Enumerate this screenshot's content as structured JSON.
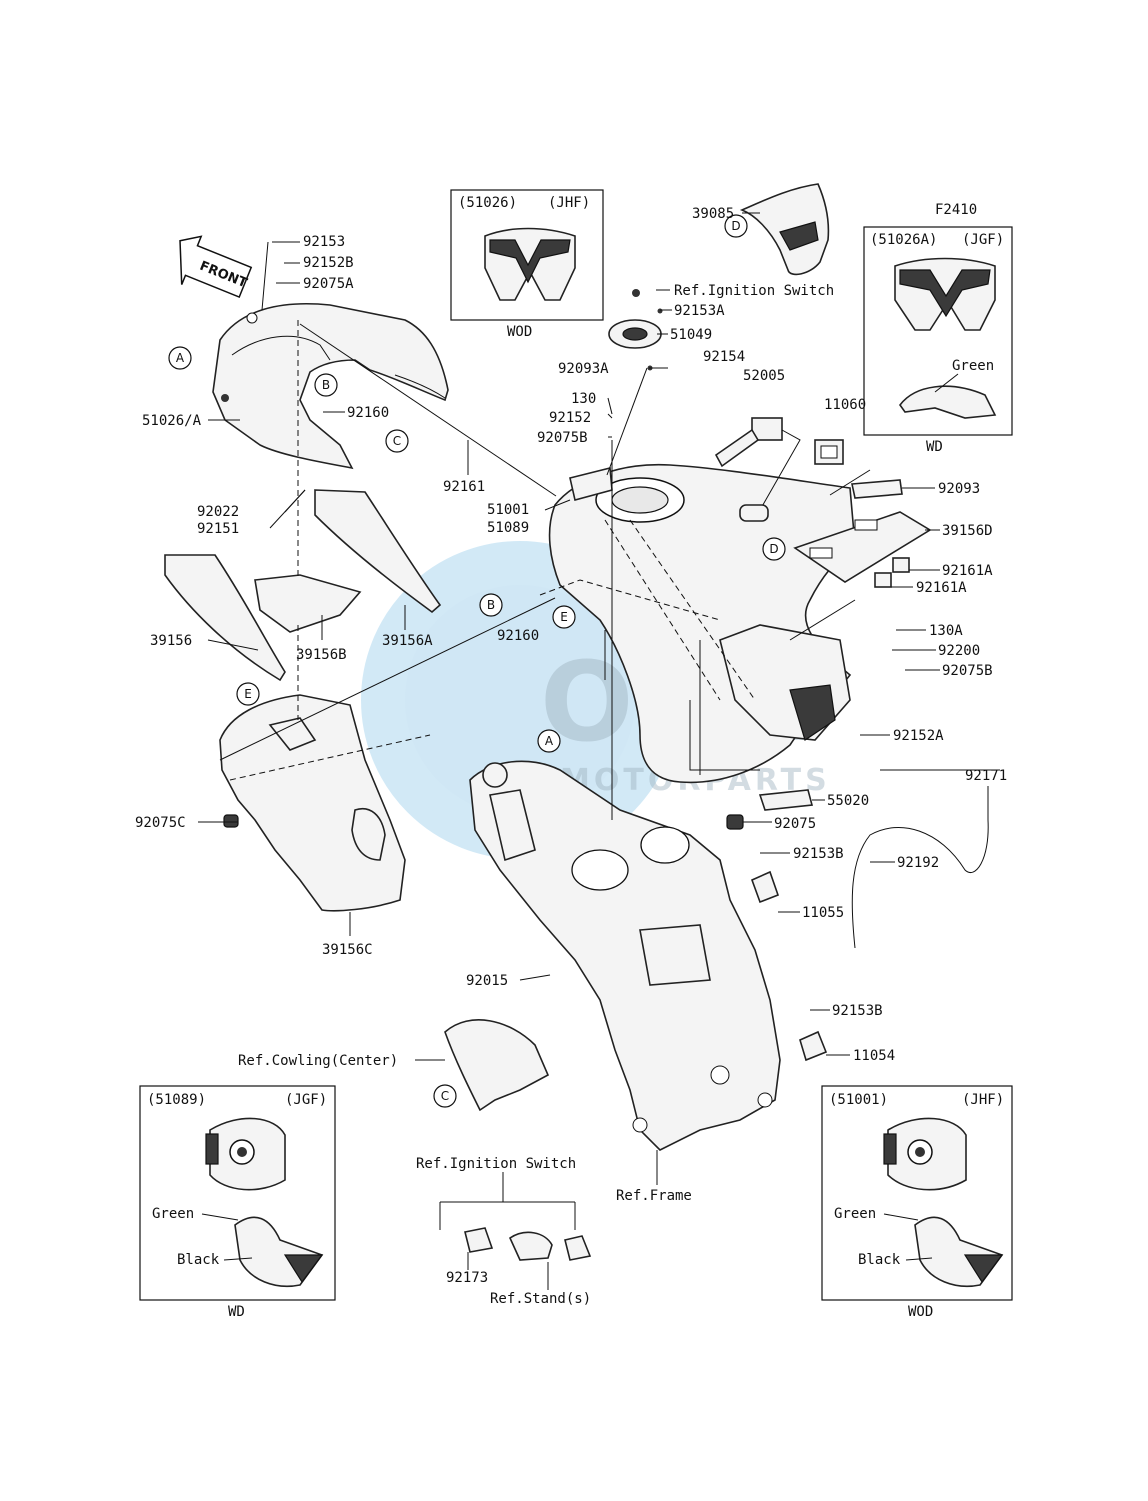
{
  "figure_code": "F2410",
  "watermark": {
    "brand": "OEM",
    "sub": "MOTORPARTS"
  },
  "front_arrow_label": "FRONT",
  "callouts": {
    "A": "A",
    "B": "B",
    "C": "C",
    "D": "D",
    "E": "E"
  },
  "inset_boxes": {
    "jhf_top": {
      "part": "(51026)",
      "code": "(JHF)",
      "footer": "WOD"
    },
    "jgf_top": {
      "part": "(51026A)",
      "code": "(JGF)",
      "color": "Green",
      "footer": "WD"
    },
    "jgf_bottom": {
      "part": "(51089)",
      "code": "(JGF)",
      "color1": "Green",
      "color2": "Black",
      "footer": "WD"
    },
    "jhf_bottom": {
      "part": "(51001)",
      "code": "(JHF)",
      "color1": "Green",
      "color2": "Black",
      "footer": "WOD"
    }
  },
  "labels": {
    "p92153": "92153",
    "p92152B": "92152B",
    "p92075A": "92075A",
    "p51026A": "51026/A",
    "p92160a": "92160",
    "p92022": "92022",
    "p92151": "92151",
    "p92161": "92161",
    "p39156": "39156",
    "p39156B": "39156B",
    "p39156A": "39156A",
    "p39085": "39085",
    "refIgn1": "Ref.Ignition Switch",
    "p92153A": "92153A",
    "p51049": "51049",
    "p92093A": "92093A",
    "p92154": "92154",
    "p52005": "52005",
    "p11060": "11060",
    "p130": "130",
    "p92152": "92152",
    "p92075B": "92075B",
    "p51001": "51001",
    "p51089": "51089",
    "p92093": "92093",
    "p39156D": "39156D",
    "p92161A1": "92161A",
    "p92161A2": "92161A",
    "p92160b": "92160",
    "p130A": "130A",
    "p92200": "92200",
    "p92075B2": "92075B",
    "p92152A": "92152A",
    "p92171": "92171",
    "p55020": "55020",
    "p92075": "92075",
    "p92192": "92192",
    "p92153B1": "92153B",
    "p11055": "11055",
    "p92075C": "92075C",
    "p39156C": "39156C",
    "p92015": "92015",
    "refCowl": "Ref.Cowling(Center)",
    "p92153B2": "92153B",
    "p11054": "11054",
    "refIgn2": "Ref.Ignition Switch",
    "refFrame": "Ref.Frame",
    "p92173": "92173",
    "refStand": "Ref.Stand(s)"
  }
}
